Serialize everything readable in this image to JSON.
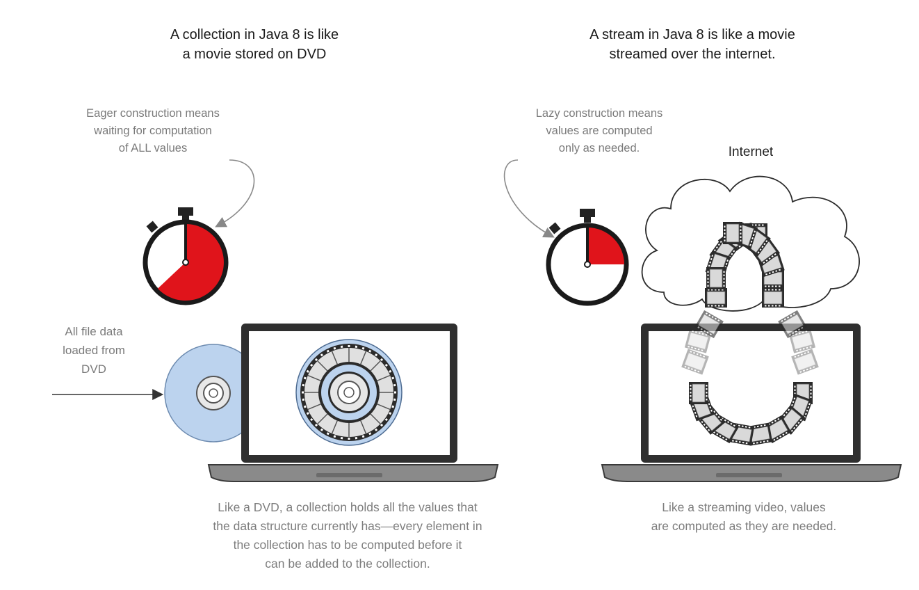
{
  "left": {
    "heading": [
      "A collection in Java 8 is like",
      "a movie stored on DVD"
    ],
    "note": [
      "Eager construction means",
      "waiting for computation",
      "of ALL values"
    ],
    "dvd_label": [
      "All file data",
      "loaded from",
      "DVD"
    ],
    "caption": [
      "Like a DVD, a collection holds all the values that",
      "the data structure currently has—every element in",
      "the collection has to be computed before it",
      "can be added to the collection."
    ],
    "timer_fill_fraction": 0.63
  },
  "right": {
    "heading": [
      "A stream in Java 8 is like a movie",
      "streamed over the internet."
    ],
    "note": [
      "Lazy construction means",
      "values are computed",
      "only as needed."
    ],
    "cloud_label": "Internet",
    "caption": [
      "Like a streaming video, values",
      "are computed as they are needed."
    ],
    "timer_fill_fraction": 0.25
  },
  "colors": {
    "timer_fill": "#e0141b",
    "dvd_blue": "#bcd3ee",
    "film_frame": "#d9d9d9",
    "film_border": "#2b2b2b"
  }
}
